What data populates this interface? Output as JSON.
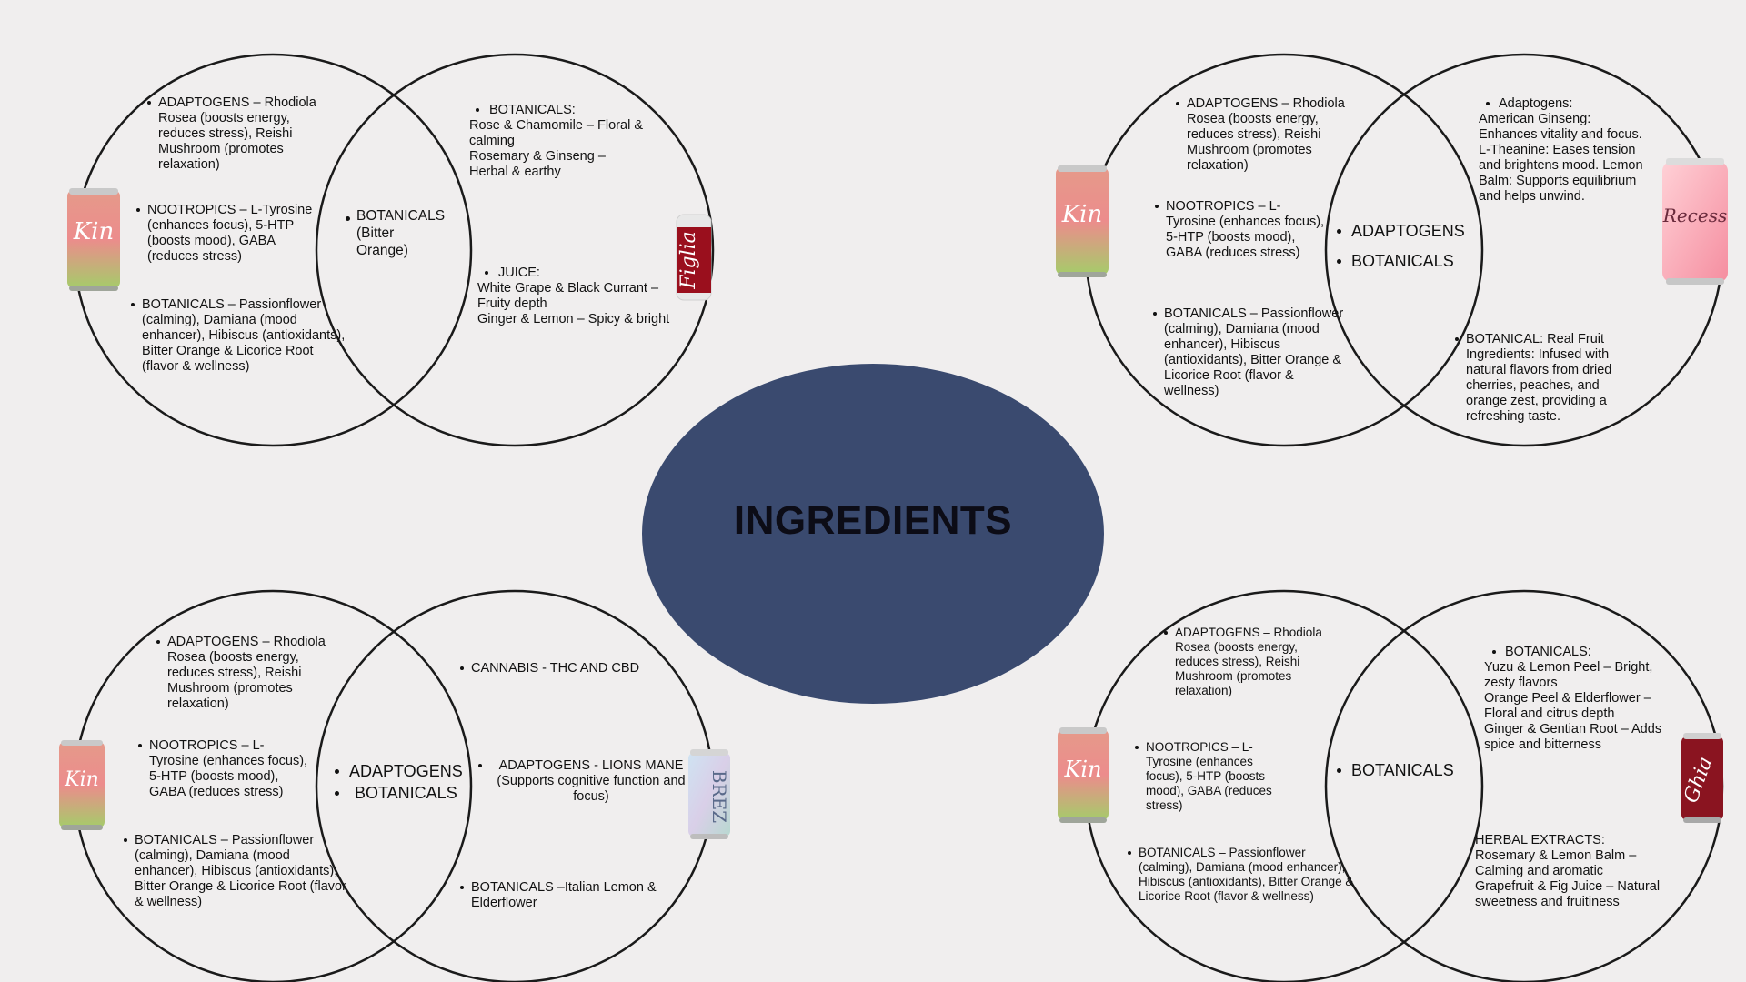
{
  "center": {
    "title": "INGREDIENTS"
  },
  "colors": {
    "center_fill": "#3a4a6f",
    "background": "#f0eeee"
  },
  "icons": {
    "kin": "kin-euphorics-can-icon",
    "figlia": "figlia-bottle-icon",
    "recess": "recess-can-icon",
    "brez": "brez-can-icon",
    "ghia": "ghia-can-icon"
  },
  "brands": {
    "kin": "Kin",
    "figlia": "Figlia",
    "recess": "Recess",
    "brez": "BREZ",
    "ghia": "Ghia"
  },
  "top_left": {
    "left": {
      "adaptogens": "ADAPTOGENS – Rhodiola Rosea (boosts energy, reduces stress), Reishi Mushroom (promotes relaxation)",
      "nootropics": "NOOTROPICS – L-Tyrosine (enhances focus), 5-HTP (boosts mood), GABA (reduces stress)",
      "botanicals": "BOTANICALS – Passionflower (calming), Damiana (mood enhancer), Hibiscus (antioxidants), Bitter Orange & Licorice Root (flavor & wellness)"
    },
    "overlap": {
      "line1": "BOTANICALS",
      "line2": "(Bitter",
      "line3": "Orange)"
    },
    "right": {
      "botanicals_title": "BOTANICALS:",
      "botanicals_l1": "Rose & Chamomile – Floral &",
      "botanicals_l2": "calming",
      "botanicals_l3": "Rosemary & Ginseng –",
      "botanicals_l4": "Herbal & earthy",
      "juice_title": "JUICE:",
      "juice_l1": "White Grape & Black Currant –",
      "juice_l2": "Fruity depth",
      "juice_l3": "Ginger & Lemon – Spicy & bright"
    }
  },
  "top_right": {
    "left": {
      "adaptogens": "ADAPTOGENS – Rhodiola Rosea (boosts energy, reduces stress), Reishi Mushroom (promotes relaxation)",
      "nootropics": "NOOTROPICS – L-Tyrosine (enhances focus), 5-HTP (boosts mood), GABA (reduces stress)",
      "botanicals": "BOTANICALS – Passionflower (calming), Damiana (mood enhancer), Hibiscus (antioxidants), Bitter Orange & Licorice Root (flavor & wellness)"
    },
    "overlap": {
      "item1": "ADAPTOGENS",
      "item2": "BOTANICALS"
    },
    "right": {
      "adaptogens_title": "Adaptogens:",
      "adaptogens_body": "American Ginseng: Enhances vitality and focus. L-Theanine: Eases tension and brightens mood. Lemon Balm: Supports equilibrium and helps unwind.",
      "botanical": "BOTANICAL: Real Fruit Ingredients: Infused with natural flavors from dried cherries, peaches, and orange zest, providing a refreshing taste."
    }
  },
  "bottom_left": {
    "left": {
      "adaptogens": "ADAPTOGENS – Rhodiola Rosea (boosts energy, reduces stress), Reishi Mushroom (promotes relaxation)",
      "nootropics": "NOOTROPICS – L-Tyrosine (enhances focus), 5-HTP (boosts mood), GABA (reduces stress)",
      "botanicals": "BOTANICALS – Passionflower (calming), Damiana (mood enhancer), Hibiscus (antioxidants), Bitter Orange & Licorice Root (flavor & wellness)"
    },
    "overlap": {
      "item1": "ADAPTOGENS",
      "item2": "BOTANICALS"
    },
    "right": {
      "cannabis": "CANNABIS - THC AND CBD",
      "adaptogens": "ADAPTOGENS - LIONS MANE (Supports cognitive function and focus)",
      "botanicals": "BOTANICALS –Italian Lemon & Elderflower"
    }
  },
  "bottom_right": {
    "left": {
      "adaptogens": "ADAPTOGENS – Rhodiola Rosea (boosts energy, reduces stress), Reishi Mushroom (promotes relaxation)",
      "nootropics": "NOOTROPICS – L-Tyrosine (enhances focus), 5-HTP (boosts mood), GABA (reduces stress)",
      "botanicals": "BOTANICALS – Passionflower (calming), Damiana (mood enhancer), Hibiscus (antioxidants), Bitter Orange & Licorice Root (flavor & wellness)"
    },
    "overlap": {
      "item1": "BOTANICALS"
    },
    "right": {
      "botanicals_title": "BOTANICALS:",
      "botanicals_l1": "Yuzu & Lemon Peel – Bright,",
      "botanicals_l2": "zesty flavors",
      "botanicals_l3": "Orange Peel & Elderflower –",
      "botanicals_l4": "Floral and citrus depth",
      "botanicals_l5": "Ginger & Gentian Root – Adds",
      "botanicals_l6": "spice and bitterness",
      "herbal_title": "HERBAL EXTRACTS:",
      "herbal_l1": "Rosemary & Lemon Balm –",
      "herbal_l2": "Calming and aromatic",
      "herbal_l3": "Grapefruit & Fig Juice – Natural",
      "herbal_l4": "sweetness and fruitiness"
    }
  }
}
